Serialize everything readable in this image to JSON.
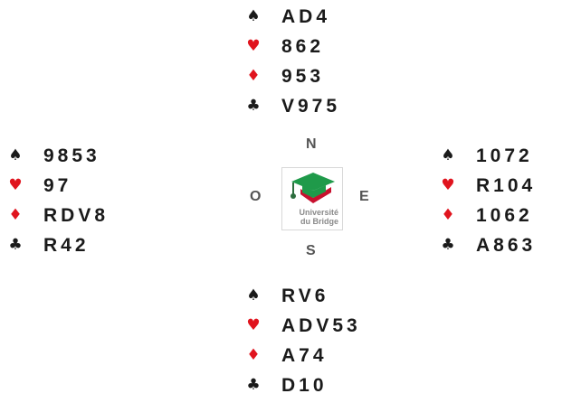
{
  "suit_colors": {
    "spades": "#1a1a1a",
    "hearts": "#e0141e",
    "diamonds": "#e0141e",
    "clubs": "#1a1a1a"
  },
  "hands": {
    "north": [
      {
        "suit": "spades",
        "symbol": "♠",
        "cards": "AD4"
      },
      {
        "suit": "hearts",
        "symbol": "♥",
        "cards": "862"
      },
      {
        "suit": "diamonds",
        "symbol": "♦",
        "cards": "953"
      },
      {
        "suit": "clubs",
        "symbol": "♣",
        "cards": "V975"
      }
    ],
    "west": [
      {
        "suit": "spades",
        "symbol": "♠",
        "cards": "9853"
      },
      {
        "suit": "hearts",
        "symbol": "♥",
        "cards": "97"
      },
      {
        "suit": "diamonds",
        "symbol": "♦",
        "cards": "RDV8"
      },
      {
        "suit": "clubs",
        "symbol": "♣",
        "cards": "R42"
      }
    ],
    "east": [
      {
        "suit": "spades",
        "symbol": "♠",
        "cards": "1072"
      },
      {
        "suit": "hearts",
        "symbol": "♥",
        "cards": "R104"
      },
      {
        "suit": "diamonds",
        "symbol": "♦",
        "cards": "1062"
      },
      {
        "suit": "clubs",
        "symbol": "♣",
        "cards": "A863"
      }
    ],
    "south": [
      {
        "suit": "spades",
        "symbol": "♠",
        "cards": "RV6"
      },
      {
        "suit": "hearts",
        "symbol": "♥",
        "cards": "ADV53"
      },
      {
        "suit": "diamonds",
        "symbol": "♦",
        "cards": "A74"
      },
      {
        "suit": "clubs",
        "symbol": "♣",
        "cards": "D10"
      }
    ]
  },
  "compass": {
    "north": "N",
    "west": "O",
    "east": "E",
    "south": "S"
  },
  "logo": {
    "icon": "graduation-cap-icon",
    "line1": "Université",
    "line2": "du Bridge",
    "colors": {
      "cap": "#1f9a4a",
      "red": "#c8102e",
      "gray": "#8a8a8a"
    }
  }
}
